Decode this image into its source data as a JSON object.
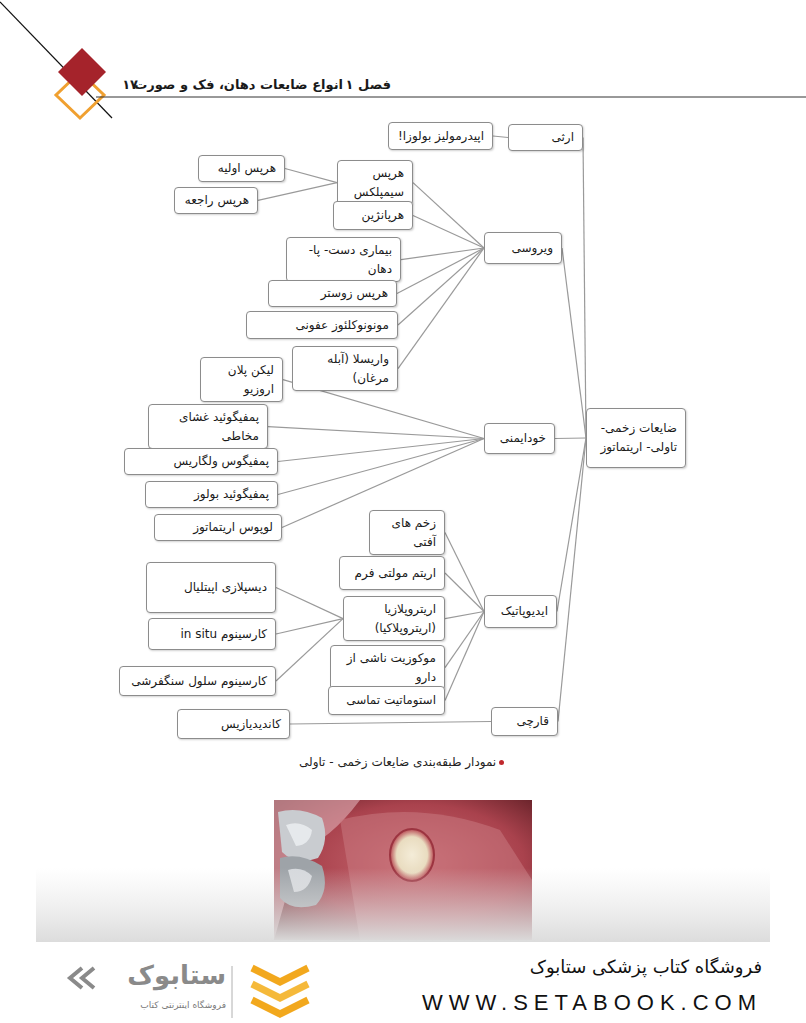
{
  "diagram": {
    "caption": "نمودار طبقه‌بندی ضایعات زخمی - تاولی",
    "nodes": [
      {
        "text": [
          "ضایعات زخمی- تاولی- اریتماتوز"
        ]
      },
      {
        "text": [
          "ارثی"
        ]
      },
      {
        "text": [
          "اپیدرمولیز بولوزا!"
        ]
      },
      {
        "text": [
          "ویروسی"
        ]
      },
      {
        "text": [
          "هرپس سیمپلکس"
        ]
      },
      {
        "text": [
          "هرپس اولیه"
        ]
      },
      {
        "text": [
          "هرپس راجعه"
        ]
      },
      {
        "text": [
          "هرپانژین"
        ]
      },
      {
        "text": [
          "بیماری دست- پا- دهان"
        ]
      },
      {
        "text": [
          "هرپس زوستر"
        ]
      },
      {
        "text": [
          "مونونوکلئوز عفونی"
        ]
      },
      {
        "text": [
          "واریسلا (آبله مرغان)"
        ]
      },
      {
        "text": [
          "خودایمنی"
        ]
      },
      {
        "text": [
          "لیکن پلان اروزیو"
        ]
      },
      {
        "text": [
          "پمفیگوئید غشای مخاطی"
        ]
      },
      {
        "text": [
          "پمفیگوس ولگاریس"
        ]
      },
      {
        "text": [
          "پمفیگوئید بولوز"
        ]
      },
      {
        "text": [
          "لوپوس اریتماتوز"
        ]
      },
      {
        "text": [
          "ایدیوپاتیک"
        ]
      },
      {
        "text": [
          "زخم های آفتی"
        ]
      },
      {
        "text": [
          "اریتم مولتی فرم"
        ]
      },
      {
        "text": [
          "اریتروپلازیا (اریتروپلاکیا)"
        ]
      },
      {
        "text": [
          "دیسپلازی اپیتلیال"
        ]
      },
      {
        "text": [
          "کارسینوم in situ"
        ]
      },
      {
        "text": [
          "کارسینوم سلول سنگفرشی"
        ]
      },
      {
        "text": [
          "موکوزیت ناشی از دارو"
        ]
      },
      {
        "text": [
          "استوماتیت تماسی"
        ]
      },
      {
        "text": [
          "قارچی"
        ]
      },
      {
        "text": [
          "کاندیدیازیس"
        ]
      }
    ],
    "edges": [
      {
        "from": 0,
        "to": 1,
        "arrow": "none"
      },
      {
        "from": 0,
        "to": 3,
        "arrow": "none"
      },
      {
        "from": 0,
        "to": 12,
        "arrow": "none"
      },
      {
        "from": 0,
        "to": 18,
        "arrow": "none"
      },
      {
        "from": 0,
        "to": 27,
        "arrow": "none"
      },
      {
        "from": 1,
        "to": 2,
        "arrow": "none"
      },
      {
        "from": 3,
        "to": 4,
        "arrow": "none"
      },
      {
        "from": 3,
        "to": 7,
        "arrow": "none"
      },
      {
        "from": 3,
        "to": 8,
        "arrow": "none"
      },
      {
        "from": 3,
        "to": 9,
        "arrow": "none"
      },
      {
        "from": 3,
        "to": 10,
        "arrow": "none"
      },
      {
        "from": 3,
        "to": 11,
        "arrow": "none"
      },
      {
        "from": 4,
        "to": 5,
        "arrow": "none"
      },
      {
        "from": 4,
        "to": 6,
        "arrow": "none"
      },
      {
        "from": 12,
        "to": 13,
        "arrow": "none"
      },
      {
        "from": 12,
        "to": 14,
        "arrow": "none"
      },
      {
        "from": 12,
        "to": 15,
        "arrow": "none"
      },
      {
        "from": 12,
        "to": 16,
        "arrow": "none"
      },
      {
        "from": 12,
        "to": 17,
        "arrow": "none"
      },
      {
        "from": 18,
        "to": 19,
        "arrow": "none"
      },
      {
        "from": 18,
        "to": 20,
        "arrow": "none"
      },
      {
        "from": 18,
        "to": 21,
        "arrow": "none"
      },
      {
        "from": 18,
        "to": 25,
        "arrow": "none"
      },
      {
        "from": 18,
        "to": 26,
        "arrow": "none"
      },
      {
        "from": 21,
        "to": 22,
        "arrow": "none"
      },
      {
        "from": 21,
        "to": 23,
        "arrow": "none"
      },
      {
        "from": 21,
        "to": 24,
        "arrow": "none"
      },
      {
        "from": 27,
        "to": 28,
        "arrow": "none"
      }
    ],
    "labels": [
      "فصل ۱",
      "انواع ضایعات دهان، فک و صورت",
      "۱۷",
      "فروشگاه کتاب پزشکی ستابوک",
      "WWW.SETABOOK.COM",
      "ستابوک",
      "فروشگاه اینترنتی کتاب"
    ]
  }
}
